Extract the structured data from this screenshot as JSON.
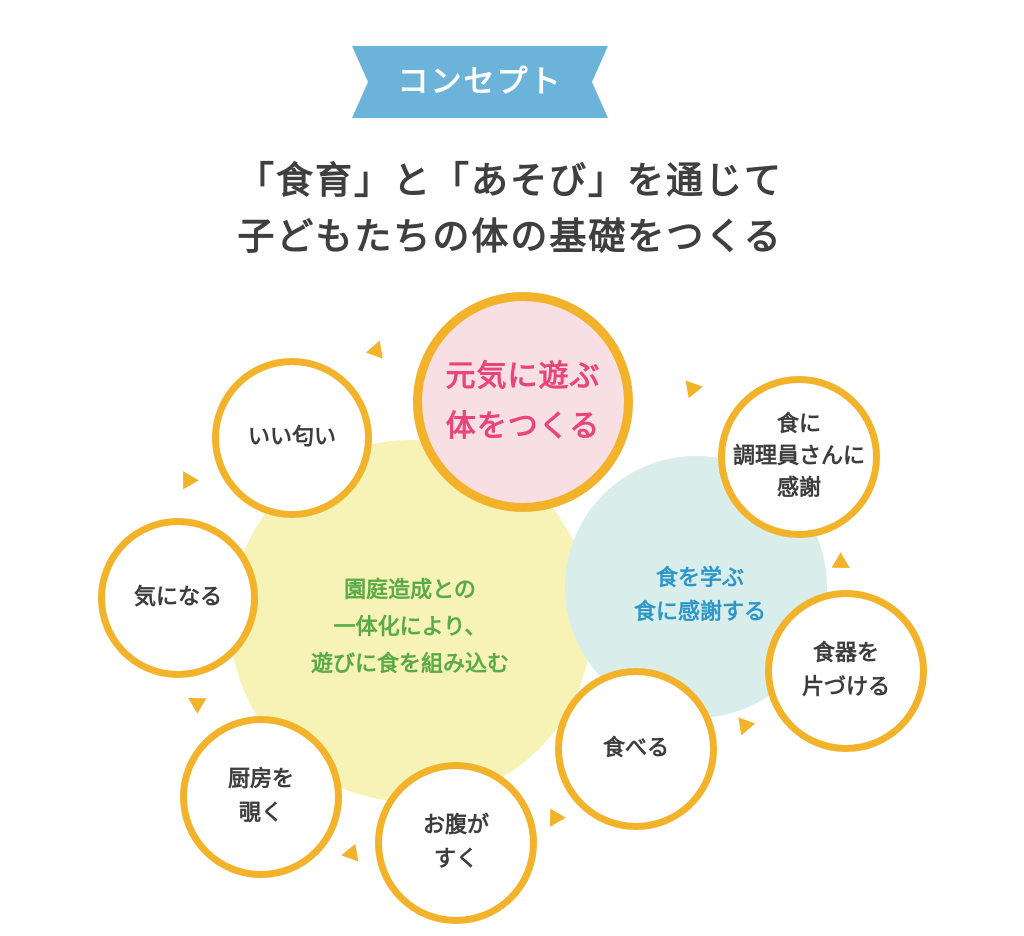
{
  "ribbon": {
    "label": "コンセプト",
    "color": "#6cb3d9"
  },
  "headline": {
    "line1": "「食育」と「あそび」を通じて",
    "line2": "子どもたちの体の基礎をつくる"
  },
  "center": {
    "lines": [
      "元気に遊ぶ",
      "体をつくる"
    ],
    "color": "#e8457a"
  },
  "yellow_area": {
    "lines": [
      "園庭造成との",
      "一体化により、",
      "遊びに食を組み込む"
    ],
    "color": "#5aaa46"
  },
  "teal_area": {
    "lines": [
      "食を学ぶ",
      "食に感謝する"
    ],
    "color": "#2e97c9"
  },
  "cycle_nodes": [
    {
      "id": "good-smell",
      "lines": [
        "いい匂い"
      ]
    },
    {
      "id": "thank-staff",
      "lines": [
        "食に",
        "調理員さんに",
        "感謝"
      ]
    },
    {
      "id": "clear-dishes",
      "lines": [
        "食器を",
        "片づける"
      ]
    },
    {
      "id": "eat",
      "lines": [
        "食べる"
      ]
    },
    {
      "id": "hungry",
      "lines": [
        "お腹が",
        "すく"
      ]
    },
    {
      "id": "peek-kitchen",
      "lines": [
        "厨房を",
        "覗く"
      ]
    },
    {
      "id": "curious",
      "lines": [
        "気になる"
      ]
    }
  ],
  "colors": {
    "ring": "#f2b32b",
    "yellow_blob": "#f7f3b7",
    "teal_blob": "#d9eeea",
    "center_fill": "#f8dfe4"
  }
}
